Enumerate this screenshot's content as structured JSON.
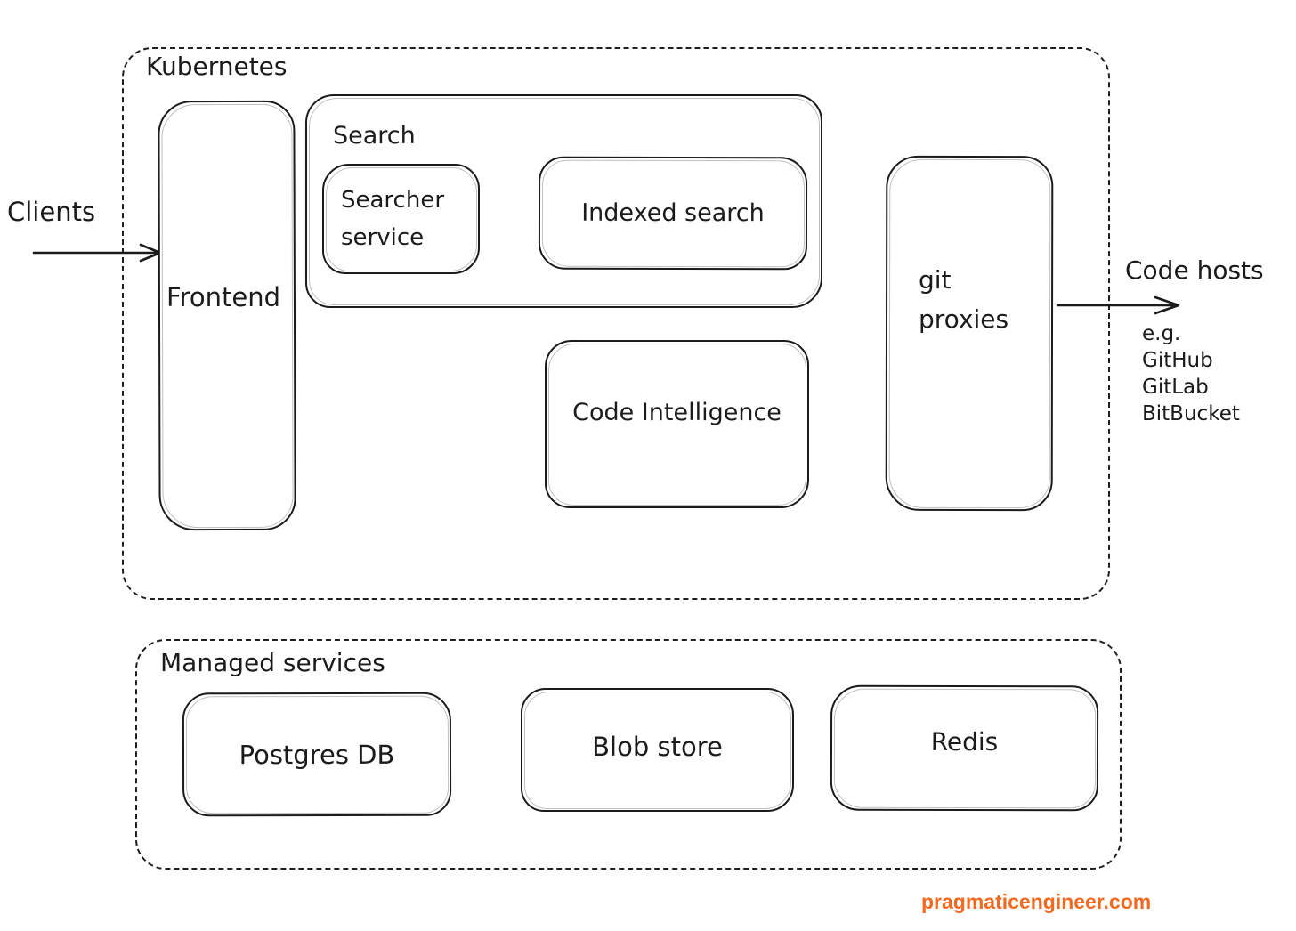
{
  "colors": {
    "ink": "#1b1b1b",
    "watermark_orange": "#f26a21"
  },
  "clients": {
    "label": "Clients"
  },
  "kubernetes": {
    "label": "Kubernetes",
    "frontend": {
      "label": "Frontend"
    },
    "search": {
      "label": "Search",
      "searcher_service": {
        "label": "Searcher service"
      },
      "indexed_search": {
        "label": "Indexed search"
      }
    },
    "code_intelligence": {
      "label": "Code Intelligence"
    },
    "git_proxies": {
      "label": "git proxies"
    }
  },
  "code_hosts": {
    "label": "Code hosts",
    "eg_label": "e.g.",
    "examples": [
      "GitHub",
      "GitLab",
      "BitBucket"
    ]
  },
  "managed_services": {
    "label": "Managed services",
    "postgres_db": {
      "label": "Postgres DB"
    },
    "blob_store": {
      "label": "Blob store"
    },
    "redis": {
      "label": "Redis"
    }
  },
  "watermark": {
    "label": "pragmaticengineer.com"
  }
}
